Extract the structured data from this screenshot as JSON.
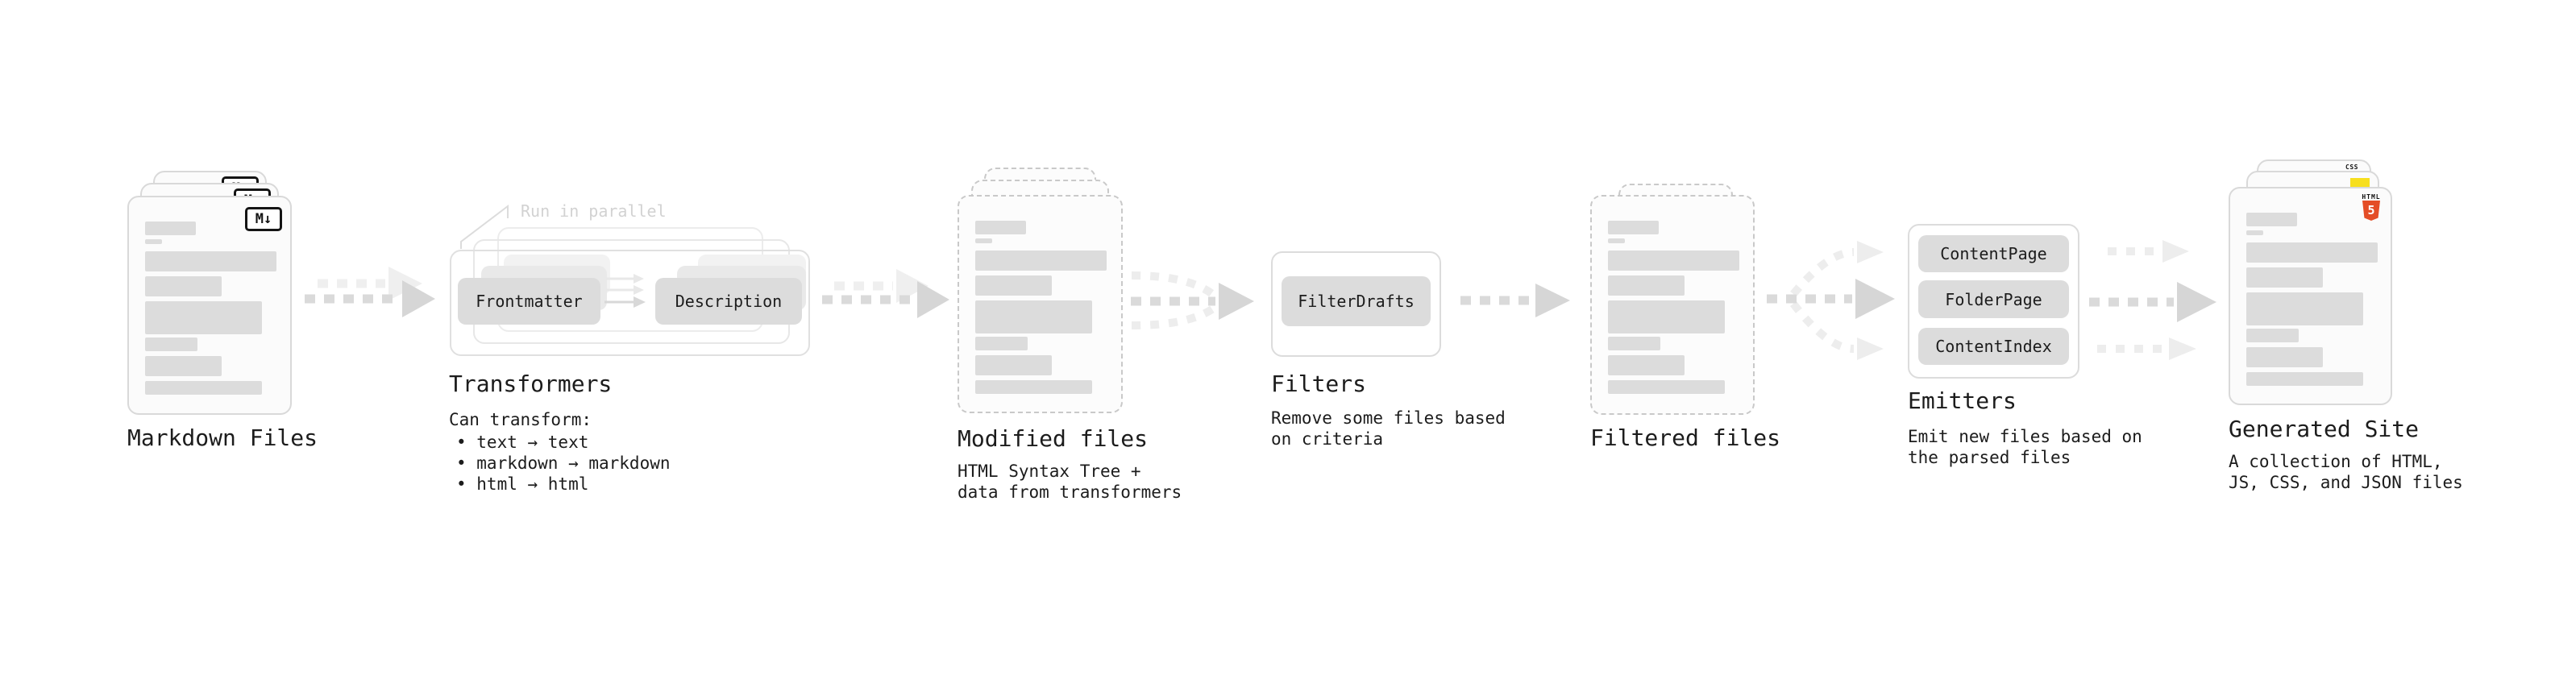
{
  "colors": {
    "html5_orange": "#E44D26",
    "js_yellow": "#F7DF1E",
    "css_blue": "#2B6FE3",
    "arrow_gray": "#D6D6D6",
    "arrow_faint": "#EDEDED",
    "pill_gray": "#DCDCDC",
    "border_gray": "#D9D9D9"
  },
  "markdown": {
    "badge": "M↓",
    "label": "Markdown Files"
  },
  "transformers": {
    "annotation": "Run in parallel",
    "frontmatter": "Frontmatter",
    "description": "Description",
    "title": "Transformers",
    "desc_title": "Can transform:",
    "bullet1": "• text → text",
    "bullet2": "• markdown → markdown",
    "bullet3": "• html → html"
  },
  "modified": {
    "title": "Modified files",
    "desc1": "HTML Syntax Tree +",
    "desc2": "data from transformers"
  },
  "filters": {
    "node": "FilterDrafts",
    "title": "Filters",
    "desc1": "Remove some files based",
    "desc2": "on criteria"
  },
  "filtered": {
    "title": "Filtered files"
  },
  "emitters": {
    "node1": "ContentPage",
    "node2": "FolderPage",
    "node3": "ContentIndex",
    "title": "Emitters",
    "desc1": "Emit new files based on",
    "desc2": "the parsed files"
  },
  "generated": {
    "title": "Generated Site",
    "desc1": "A collection of HTML,",
    "desc2": "JS, CSS, and JSON files",
    "css_badge": "CSS",
    "html_badge": "HTML",
    "html5_number": "5"
  }
}
